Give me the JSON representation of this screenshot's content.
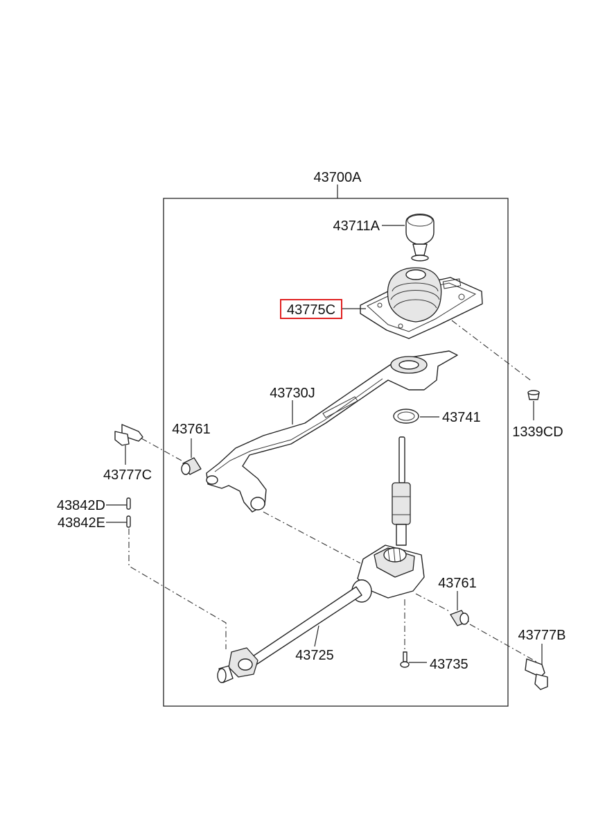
{
  "diagram": {
    "assembly_label": "43700A",
    "highlight_color": "#e02020",
    "parts": {
      "knob": "43711A",
      "boot_housing": "43775C",
      "lever": "43730J",
      "washer": "43741",
      "clip_top": "1339CD",
      "bushing_left": "43761",
      "pin_left": "43777C",
      "pin_d": "43842D",
      "pin_e": "43842E",
      "bushing_right": "43761",
      "shaft": "43725",
      "bolt": "43735",
      "pin_right": "43777B"
    },
    "highlighted_part": "43775C"
  }
}
